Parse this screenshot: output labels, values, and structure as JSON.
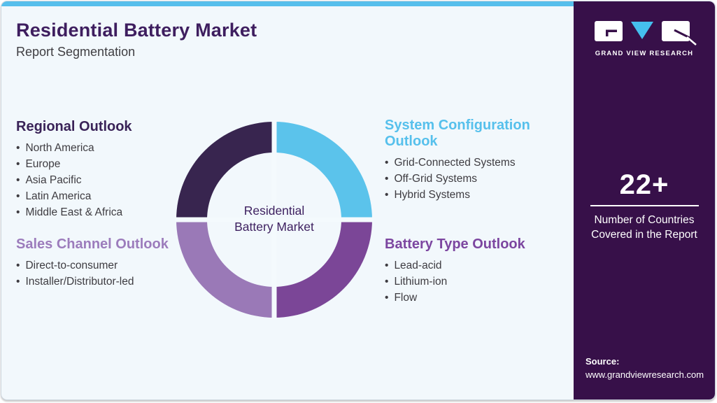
{
  "header": {
    "title": "Residential Battery Market",
    "subtitle": "Report Segmentation"
  },
  "colors": {
    "accent_bar": "#57BFEC",
    "sidebar_bg": "#371049",
    "title_color": "#3E1E5F",
    "chart_gap": "#F4FAFD",
    "page_bg": "#F2F8FC"
  },
  "sections": [
    {
      "title": "Regional Outlook",
      "color": "#3A2358",
      "items": [
        "North America",
        "Europe",
        "Asia Pacific",
        "Latin America",
        "Middle East & Africa"
      ]
    },
    {
      "title": "Sales Channel Outlook",
      "color": "#9C7CBC",
      "items": [
        "Direct-to-consumer",
        "Installer/Distributor-led"
      ]
    },
    {
      "title": "System Configuration Outlook",
      "color": "#56C0EC",
      "items": [
        "Grid-Connected Systems",
        "Off-Grid Systems",
        "Hybrid Systems"
      ]
    },
    {
      "title": "Battery Type Outlook",
      "color": "#7C46A0",
      "items": [
        "Lead-acid",
        "Lithium-ion",
        "Flow"
      ]
    }
  ],
  "chart_data": {
    "type": "pie",
    "subtype": "donut",
    "title": "Residential Battery Market report segmentation donut",
    "center_label": "Residential Battery Market",
    "outer_radius": 140,
    "inner_radius": 96,
    "segments": [
      {
        "label": "System Configuration Outlook",
        "value": 25,
        "color": "#5BC3EB",
        "position": "top-right"
      },
      {
        "label": "Battery Type Outlook",
        "value": 25,
        "color": "#7B4697",
        "position": "bottom-right"
      },
      {
        "label": "Sales Channel Outlook",
        "value": 25,
        "color": "#9A79B7",
        "position": "bottom-left"
      },
      {
        "label": "Regional Outlook",
        "value": 25,
        "color": "#38254F",
        "position": "top-left"
      }
    ],
    "legend": "none",
    "labels_on_chart": false
  },
  "sidebar": {
    "logo_text": "GRAND VIEW RESEARCH",
    "stat_value": "22+",
    "stat_caption": "Number of Countries Covered in the Report",
    "source_label": "Source:",
    "source_url": "www.grandviewresearch.com"
  }
}
